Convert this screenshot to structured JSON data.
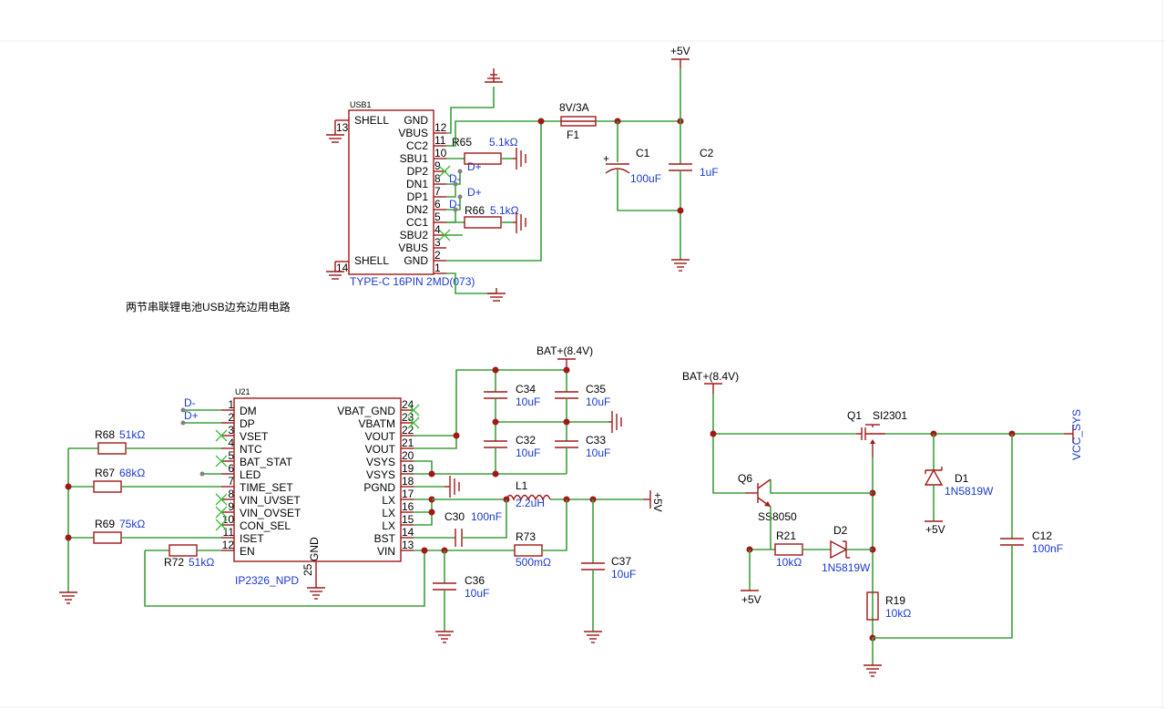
{
  "usb_section": {
    "connector_ref": "USB1",
    "connector_value": "TYPE-C 16PIN 2MD(073)",
    "pins_left": [
      {
        "name": "SHELL",
        "number": "13"
      },
      {
        "name": "SHELL",
        "number": "14"
      }
    ],
    "pins_right": [
      {
        "name": "GND",
        "number": "12"
      },
      {
        "name": "VBUS",
        "number": "11"
      },
      {
        "name": "CC2",
        "number": "10"
      },
      {
        "name": "SBU1",
        "number": "9"
      },
      {
        "name": "DP2",
        "number": "8"
      },
      {
        "name": "DN1",
        "number": "7"
      },
      {
        "name": "DP1",
        "number": "6"
      },
      {
        "name": "DN2",
        "number": "5"
      },
      {
        "name": "CC1",
        "number": "4"
      },
      {
        "name": "SBU2",
        "number": "3"
      },
      {
        "name": "VBUS",
        "number": "2"
      },
      {
        "name": "GND",
        "number": "1"
      }
    ],
    "net_labels": [
      "D+",
      "D-",
      "D+",
      "D-"
    ],
    "r65": {
      "ref": "R65",
      "value": "5.1kΩ"
    },
    "r66": {
      "ref": "R66",
      "value": "5.1kΩ"
    },
    "fuse": {
      "ref": "F1",
      "value": "8V/3A"
    },
    "c1": {
      "ref": "C1",
      "value": "100uF"
    },
    "c2": {
      "ref": "C2",
      "value": "1uF"
    },
    "power_net": "+5V",
    "caption": "两节串联锂电池USB边充边用电路"
  },
  "charger_section": {
    "ic_ref": "U21",
    "ic_value": "IP2326_NPD",
    "left_pins": [
      {
        "name": "DM",
        "number": "1"
      },
      {
        "name": "DP",
        "number": "2"
      },
      {
        "name": "VSET",
        "number": "3"
      },
      {
        "name": "NTC",
        "number": "4"
      },
      {
        "name": "BAT_STAT",
        "number": "5"
      },
      {
        "name": "LED",
        "number": "6"
      },
      {
        "name": "TIME_SET",
        "number": "7"
      },
      {
        "name": "VIN_UVSET",
        "number": "8"
      },
      {
        "name": "VIN_OVSET",
        "number": "9"
      },
      {
        "name": "CON_SEL",
        "number": "10"
      },
      {
        "name": "ISET",
        "number": "11"
      },
      {
        "name": "EN",
        "number": "12"
      }
    ],
    "right_pins": [
      {
        "name": "VBAT_GND",
        "number": "24"
      },
      {
        "name": "VBATM",
        "number": "23"
      },
      {
        "name": "VOUT",
        "number": "22"
      },
      {
        "name": "VOUT",
        "number": "21"
      },
      {
        "name": "VSYS",
        "number": "20"
      },
      {
        "name": "VSYS",
        "number": "19"
      },
      {
        "name": "PGND",
        "number": "18"
      },
      {
        "name": "LX",
        "number": "17"
      },
      {
        "name": "LX",
        "number": "16"
      },
      {
        "name": "LX",
        "number": "15"
      },
      {
        "name": "BST",
        "number": "14"
      },
      {
        "name": "VIN",
        "number": "13"
      }
    ],
    "bottom_pin": {
      "name": "GND",
      "number": "25"
    },
    "net_dm": "D-",
    "net_dp": "D+",
    "bat_net": "BAT+(8.4V)",
    "out_net": "+5V",
    "resistors": [
      {
        "ref": "R68",
        "value": "51kΩ"
      },
      {
        "ref": "R67",
        "value": "68kΩ"
      },
      {
        "ref": "R69",
        "value": "75kΩ"
      },
      {
        "ref": "R72",
        "value": "51kΩ"
      },
      {
        "ref": "R73",
        "value": "500mΩ"
      }
    ],
    "caps": [
      {
        "ref": "C34",
        "value": "10uF"
      },
      {
        "ref": "C35",
        "value": "10uF"
      },
      {
        "ref": "C32",
        "value": "10uF"
      },
      {
        "ref": "C33",
        "value": "10uF"
      },
      {
        "ref": "C30",
        "value": "100nF"
      },
      {
        "ref": "C36",
        "value": "10uF"
      },
      {
        "ref": "C37",
        "value": "10uF"
      }
    ],
    "inductor": {
      "ref": "L1",
      "value": "2.2uH"
    }
  },
  "switch_section": {
    "bat_net": "BAT+(8.4V)",
    "vcc_net": "VCC_SYS",
    "q1": {
      "ref": "Q1",
      "value": "SI2301"
    },
    "q6": {
      "ref": "Q6",
      "value": "SS8050"
    },
    "d1": {
      "ref": "D1",
      "value": "1N5819W"
    },
    "d2": {
      "ref": "D2",
      "value": "1N5819W"
    },
    "r21": {
      "ref": "R21",
      "value": "10kΩ"
    },
    "r19": {
      "ref": "R19",
      "value": "10kΩ"
    },
    "c12": {
      "ref": "C12",
      "value": "100nF"
    },
    "net_5v_a": "+5V",
    "net_5v_b": "+5V"
  }
}
